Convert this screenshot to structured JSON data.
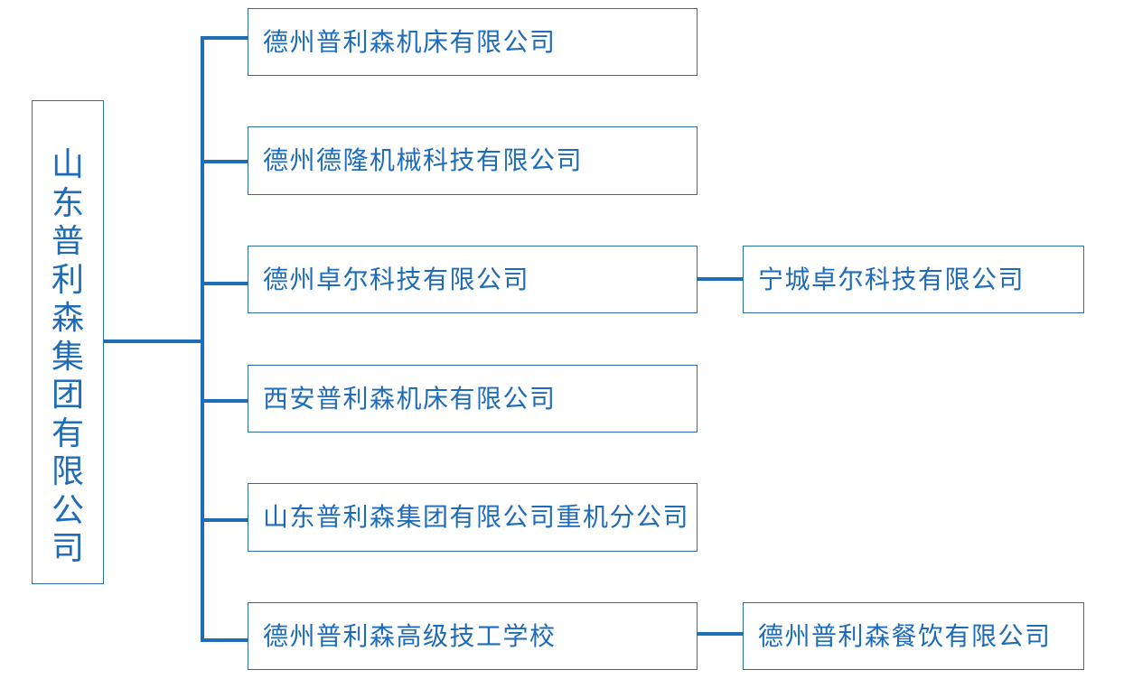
{
  "org_chart": {
    "root": {
      "label": "山\n东\n普\n利\n森\n集\n团\n有\n限\n公\n司"
    },
    "subsidiaries": [
      {
        "label": "德州普利森机床有限公司"
      },
      {
        "label": "德州德隆机械科技有限公司"
      },
      {
        "label": "德州卓尔科技有限公司"
      },
      {
        "label": "西安普利森机床有限公司"
      },
      {
        "label": "山东普利森集团有限公司重机分公司"
      },
      {
        "label": "德州普利森高级技工学校"
      }
    ],
    "sub_subsidiaries": [
      {
        "label": "宁城卓尔科技有限公司"
      },
      {
        "label": "德州普利森餐饮有限公司"
      }
    ],
    "colors": {
      "line": "#1f6eb5",
      "border": "#2e6da4",
      "text": "#1e6bb8"
    }
  }
}
